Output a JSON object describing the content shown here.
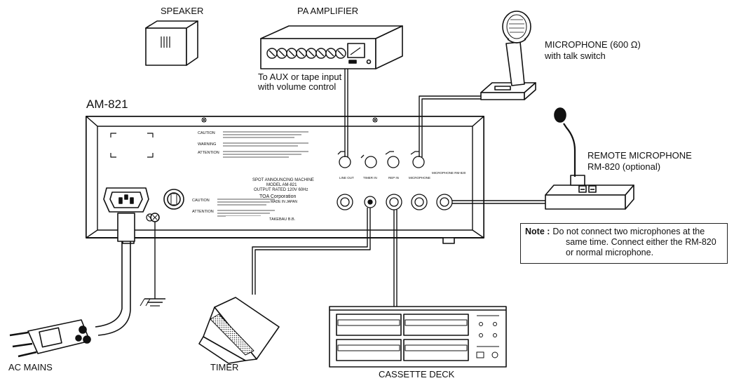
{
  "labels": {
    "speaker": "SPEAKER",
    "pa_amplifier": "PA AMPLIFIER",
    "aux_note_line1": "To AUX or tape input",
    "aux_note_line2": "with volume control",
    "microphone_line1": "MICROPHONE (600 Ω)",
    "microphone_line2": "with talk switch",
    "unit_model": "AM-821",
    "remote_mic_line1": "REMOTE MICROPHONE",
    "remote_mic_line2": "RM-820 (optional)",
    "ac_mains": "AC MAINS",
    "timer": "TIMER",
    "cassette_deck": "CASSETTE DECK"
  },
  "note": {
    "tag": "Note :",
    "line1": "Do not connect two microphones at the",
    "line2": "same time. Connect either the RM-820",
    "line3": "or normal microphone."
  },
  "panel_text": {
    "caution_top": "CAUTION",
    "warning": "WARNING",
    "attention": "ATTENTION",
    "caution_fuse": "CAUTION",
    "attention_fuse": "ATTENTION",
    "spot_line1": "SPOT ANNOUNCING MACHINE",
    "spot_line2": "MODEL AM-821",
    "spot_line3": "OUTPUT RATED 120V 60Hz",
    "maker": "TOA Corporation",
    "origin": "MADE IN JAPAN",
    "serial": "TAKEBAU B.B.",
    "jack_line_out": "LINE OUT",
    "jack_timer_in": "TIMER IN",
    "jack_rep_in": "REP IN",
    "jack_microphone": "MICROPHONE",
    "jack_remote_mic": "MICROPHONE RM-820"
  }
}
